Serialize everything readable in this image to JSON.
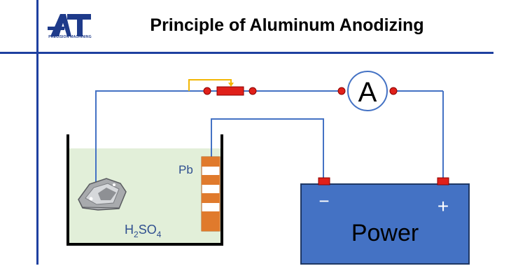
{
  "header": {
    "title": "Principle of Aluminum Anodizing",
    "logo_text": "AT",
    "logo_subtitle": "PRECISION MACHINING"
  },
  "diagram": {
    "ammeter_label": "A",
    "cathode_label": "Pb",
    "electrolyte": {
      "base1": "H",
      "sub1": "2",
      "base2": "SO",
      "sub2": "4"
    },
    "power_label": "Power",
    "terminal_negative": "−",
    "terminal_positive": "+"
  },
  "colors": {
    "wire": "#4472c4",
    "bath_fill": "#e2efd9",
    "power_fill": "#4472c4",
    "terminal": "#e0201a",
    "plate": "#e07a2c",
    "title_rule": "#1e40a0"
  }
}
